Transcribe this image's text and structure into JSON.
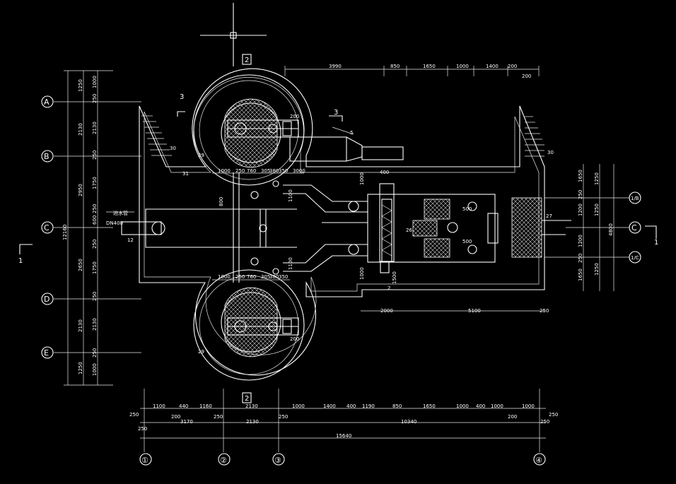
{
  "drawing": {
    "section_marks": {
      "top": "2",
      "bottom": "2",
      "left_3": "3",
      "right_3": "3",
      "left_1": "1",
      "right_1": "1"
    },
    "axes_left": [
      "A",
      "B",
      "C",
      "D",
      "E"
    ],
    "axes_right": [
      "1/B",
      "C",
      "1/C"
    ],
    "axes_bottom": [
      "①",
      "②",
      "③",
      "④"
    ],
    "top_dims": [
      "3990",
      "850",
      "1650",
      "1000",
      "1400",
      "200",
      "200"
    ],
    "left_outer_dims": [
      "1250",
      "2130",
      "2950",
      "2650",
      "2130",
      "1250"
    ],
    "left_inner_dims": [
      "1000",
      "250",
      "2130",
      "250",
      "1750",
      "250",
      "600",
      "250",
      "1750",
      "250",
      "2130",
      "250",
      "1000"
    ],
    "left_total": "12160",
    "right_dims": [
      "1650",
      "1250",
      "250",
      "1200",
      "1250",
      "1200",
      "250",
      "1650",
      "1250"
    ],
    "right_total": "4800",
    "bottom_row1": [
      "250",
      "1100",
      "440",
      "1160",
      "2130",
      "1000",
      "1400",
      "400",
      "1190",
      "850",
      "1650",
      "1000",
      "400",
      "1000",
      "1000",
      "250"
    ],
    "bottom_row2": [
      "200",
      "3170",
      "250",
      "2130",
      "250",
      "10340",
      "200",
      "250"
    ],
    "bottom_row1_left": "250",
    "bottom_row3_left": "250",
    "bottom_total": "15640",
    "pump_dims": [
      "1000",
      "250",
      "760",
      "305",
      "380",
      "350",
      "3000"
    ],
    "pump_dims_low": [
      "1000",
      "250",
      "760",
      "305",
      "380",
      "350"
    ],
    "labels": {
      "pipe": "DN400",
      "pipe_note": "进水管",
      "callout_5": "5",
      "callout_12": "12",
      "callout_29a": "29",
      "callout_29b": "29",
      "callout_30a": "30",
      "callout_30b": "30",
      "callout_31": "31",
      "callout_27": "27",
      "callout_26": "26",
      "callout_2": "2",
      "dim_400": "400",
      "dim_2000": "2000",
      "dim_5100": "5100",
      "dim_250r": "250",
      "dim_1500": "1500",
      "dim_500a": "500",
      "dim_500b": "500",
      "dim_800": "800",
      "dim_200a": "200",
      "dim_200b": "200",
      "dim_1100a": "1100",
      "dim_1100b": "1100",
      "dim_1000v": "1000",
      "dim_1000v2": "1000"
    }
  }
}
